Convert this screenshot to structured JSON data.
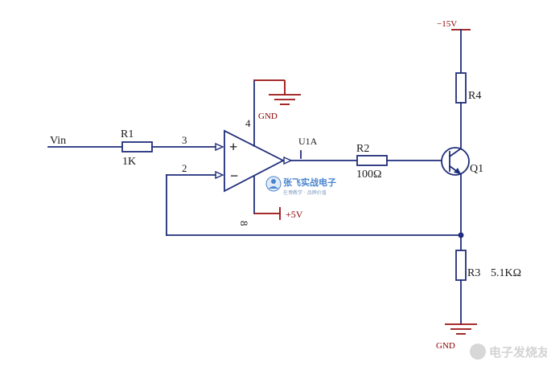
{
  "schematic": {
    "input_label": "Vin",
    "r1": {
      "ref": "R1",
      "value": "1K"
    },
    "r2": {
      "ref": "R2",
      "value": "100Ω"
    },
    "r3": {
      "ref": "R3",
      "value": "5.1KΩ"
    },
    "r4": {
      "ref": "R4"
    },
    "opamp": {
      "ref": "U1A",
      "pin_noninv": "3",
      "pin_inv": "2",
      "pin_top": "4",
      "pin_bottom": "8",
      "plus_sign": "+",
      "minus_sign": "−"
    },
    "transistor_ref": "Q1",
    "supply_top": "−15V",
    "supply_opamp": "+5V",
    "gnd_top": "GND",
    "gnd_bottom": "GND"
  },
  "watermark": {
    "main": "张飞实战电子",
    "sub": "在博教学 · 品牌价值",
    "corner": "电子发烧友"
  },
  "colors": {
    "wire": "#1f2d7a",
    "power_rail": "#9a0f0f",
    "watermark_blue": "#2a6fc7"
  }
}
